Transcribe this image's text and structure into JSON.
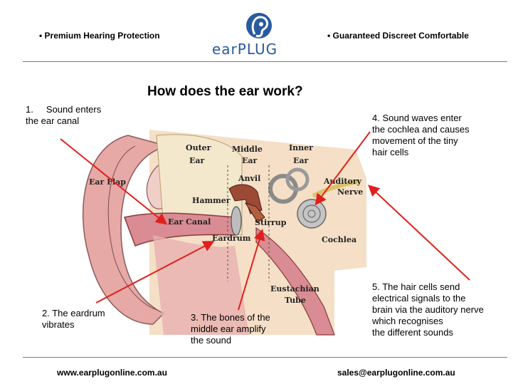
{
  "header": {
    "left_bullet": "• Premium Hearing Protection",
    "right_bullet": "• Guaranteed Discreet Comfortable",
    "logo_text": "earPLUG",
    "brand_color": "#2a5aa0"
  },
  "title": "How does the ear work?",
  "diagram_labels": {
    "outer": "Outer",
    "outer2": "Ear",
    "middle": "Middle",
    "middle2": "Ear",
    "inner": "Inner",
    "inner2": "Ear",
    "ear_flap": "Ear Flap",
    "anvil": "Anvil",
    "hammer": "Hammer",
    "ear_canal": "Ear Canal",
    "stirrup": "Stirrup",
    "eardrum": "Eardrum",
    "auditory": "Auditory",
    "nerve": "Nerve",
    "cochlea": "Cochlea",
    "eustachian": "Eustachian",
    "tube": "Tube"
  },
  "notes": {
    "n1_line1": "1.     Sound enters",
    "n1_line2": "the ear canal",
    "n2_line1": "2. The eardrum",
    "n2_line2": "vibrates",
    "n3_line1": "3. The bones of the",
    "n3_line2": "middle ear amplify",
    "n3_line3": "the sound",
    "n4_line1": "4. Sound waves enter",
    "n4_line2": "the cochlea and causes",
    "n4_line3": "movement of the tiny",
    "n4_line4": "hair cells",
    "n5_line1": "5. The hair cells send",
    "n5_line2": "electrical signals to the",
    "n5_line3": "brain via the auditory nerve",
    "n5_line4": "which recognises",
    "n5_line5": "the different sounds"
  },
  "footer": {
    "website": "www.earplugonline.com.au",
    "email": "sales@earplugonline.com.au"
  },
  "colors": {
    "arrow": "#e0201c",
    "skin": "#f4dcc0",
    "flesh": "#e7a9a6",
    "bone": "#c4c4c4"
  }
}
